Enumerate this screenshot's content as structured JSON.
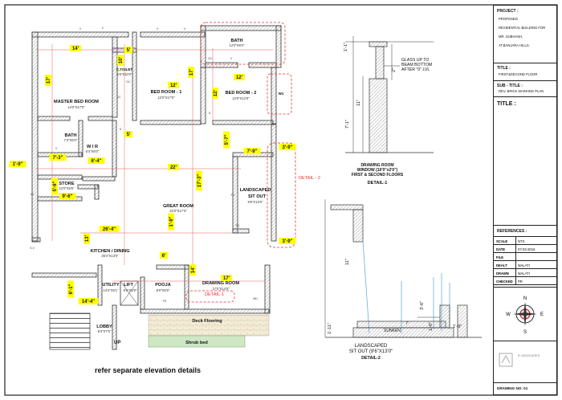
{
  "plan": {
    "rooms": [
      {
        "id": "master",
        "name": "MASTER BED ROOM",
        "size": "14'0\"X17'0\""
      },
      {
        "id": "bath1",
        "name": "BATH",
        "size": "12'0\"X6'0\""
      },
      {
        "id": "bed1",
        "name": "BED ROOM - 1",
        "size": "12'0\"X17'0\""
      },
      {
        "id": "bed2",
        "name": "BED ROOM - 2",
        "size": "12'0\"X12'0\""
      },
      {
        "id": "bath2",
        "name": "BATH",
        "size": "7'3\"X6'0\""
      },
      {
        "id": "wir",
        "name": "W I R",
        "size": "6'4\"X6'0\""
      },
      {
        "id": "ctoilet",
        "name": "C.TOILET",
        "size": "5'6\"X10'0\""
      },
      {
        "id": "store",
        "name": "STORE",
        "size": "12'0\"X5'6\""
      },
      {
        "id": "landscaped",
        "name": "LANDSCAPED",
        "name2": "SIT OUT",
        "size": "9'6\"X13'0\""
      },
      {
        "id": "great",
        "name": "GREAT ROOM",
        "size": "22'0\"X17'3\""
      },
      {
        "id": "kitchen",
        "name": "KITCHEN / DINING",
        "size": "26'4\"X13'0\""
      },
      {
        "id": "utility",
        "name": "UTILITY",
        "size": "14'4\"X6'1\""
      },
      {
        "id": "lift",
        "name": "LIFT",
        "size": "5'5\"X5'9\""
      },
      {
        "id": "pooja",
        "name": "POOJA",
        "size": "6'0\"X5'9\""
      },
      {
        "id": "drawing",
        "name": "DRAWING ROOM",
        "size": "17'0\"X14'0\""
      },
      {
        "id": "lobby",
        "name": "LOBBY",
        "size": "8'3\"X7'6\""
      }
    ],
    "dims": [
      "14'",
      "10'",
      "5'",
      "17'",
      "12'",
      "17'",
      "12'",
      "12'",
      "5'",
      "7'-3\"",
      "6'-4\"",
      "1'-9\"",
      "22'",
      "17'-3\"",
      "5'-6\"",
      "9'-6\"",
      "26'-4\"",
      "13'",
      "1'-9\"",
      "6'",
      "14'",
      "17'",
      "6'-1\"",
      "14'-4\"",
      "5'-7\"",
      "7'-9\"",
      "3'-9\"",
      "3'-9\""
    ],
    "labels": {
      "w1": "W1",
      "up": "UP",
      "deck": "Deck Flooring",
      "shrub": "Shrub bed",
      "detail1": "DETAIL-1",
      "detail2": "DETAIL - 2",
      "note": "refer separate elevation details",
      "door_d": "D",
      "door_dc": "DC",
      "door_fd": "FD",
      "door_v": "V",
      "door_v1": "V1",
      "door_sd": "SD",
      "door_md": "MD",
      "door_sv": "S.V"
    }
  },
  "detail1": {
    "note": "GLASS UP TO\nBEAM BOTTOM\nAFTER \"0\" LVL",
    "dims": [
      "1'-1\"",
      "2'\"",
      "11\"",
      "7'-1\""
    ],
    "title1": "DRAWING ROOM",
    "title2": "WINDOW (10'0\"x2'0\")",
    "title3": "FIRST & SECOND FLOORS",
    "title4": "DETAIL-1"
  },
  "detail2": {
    "dims": [
      "11\"",
      "3'-6\"",
      "1'-6\"",
      "7'",
      "1'-9\"",
      "1'-11\""
    ],
    "sunken": "SUNKEN",
    "title1": "LANDSCAPED",
    "title2": "SIT OUT (9'6\"X13'0\"",
    "title3": "DETAIL-2"
  },
  "titleblock": {
    "project_label": "PROJECT :",
    "project_lines": [
      "PROPOSED",
      "RESIDENTIAL BUILDING FOR",
      "MR. SUBHASH,",
      "AT.BANJARA HILLS."
    ],
    "title_label": "TITLE :",
    "title_value": "FIRST&SECOND FLOOR",
    "subtitle_label": "SUB - TITLE :",
    "subtitle_value": "REV. BRICK MARKING PLAN",
    "title2_label": "TITLE :",
    "references_label": "REFERENCES :",
    "fields": [
      {
        "k": "SCALE",
        "v": "NTS"
      },
      {
        "k": "DATE",
        "v": "07-03-2016"
      },
      {
        "k": "FILE",
        "v": ""
      },
      {
        "k": "DEALT",
        "v": "MALATI"
      },
      {
        "k": "DRAWN",
        "v": "MALATI"
      },
      {
        "k": "CHECKED",
        "v": "PR"
      }
    ],
    "compass": {
      "n": "N",
      "s": "S",
      "e": "E",
      "w": "W"
    },
    "firm": "R. ASSOCIATES",
    "drawing_no": "DRAWING NO: 01"
  }
}
